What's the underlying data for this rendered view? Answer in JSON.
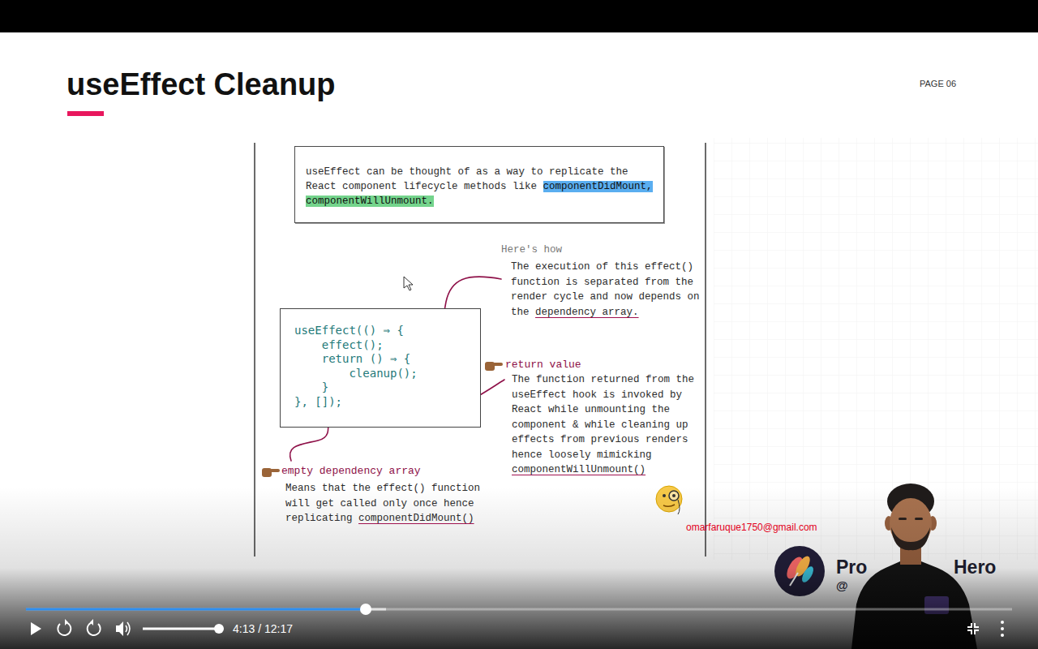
{
  "diagram": {
    "title": "useEffect Cleanup",
    "nodes": [
      {
        "text": [
          "useEffect can be thought of as a way to replicate the React component lifecycle methods like",
          "componentDidMount,",
          "componentWillUnmount."
        ]
      },
      {
        "text": [
          "useEffect(() ⇒ {",
          "effect();",
          "return () ⇒ {",
          "cleanup();",
          "}",
          "}, []);"
        ]
      }
    ],
    "labels": [
      "PAGE 06",
      "Here's how",
      "The execution of this effect() function is separated from the render cycle and now depends on the",
      "dependency array.",
      "return value",
      "The function returned from the useEffect hook is invoked by React while unmounting the component & while cleaning up effects from previous renders hence loosely mimicking",
      "componentWillUnmount()",
      "empty dependency array",
      "Means that the effect() function will get called only once hence replicating",
      "componentDidMount()",
      "omarfaruque1750@gmail.com",
      "Pro",
      "Hero",
      "@",
      "4:13 / 12:17"
    ]
  }
}
